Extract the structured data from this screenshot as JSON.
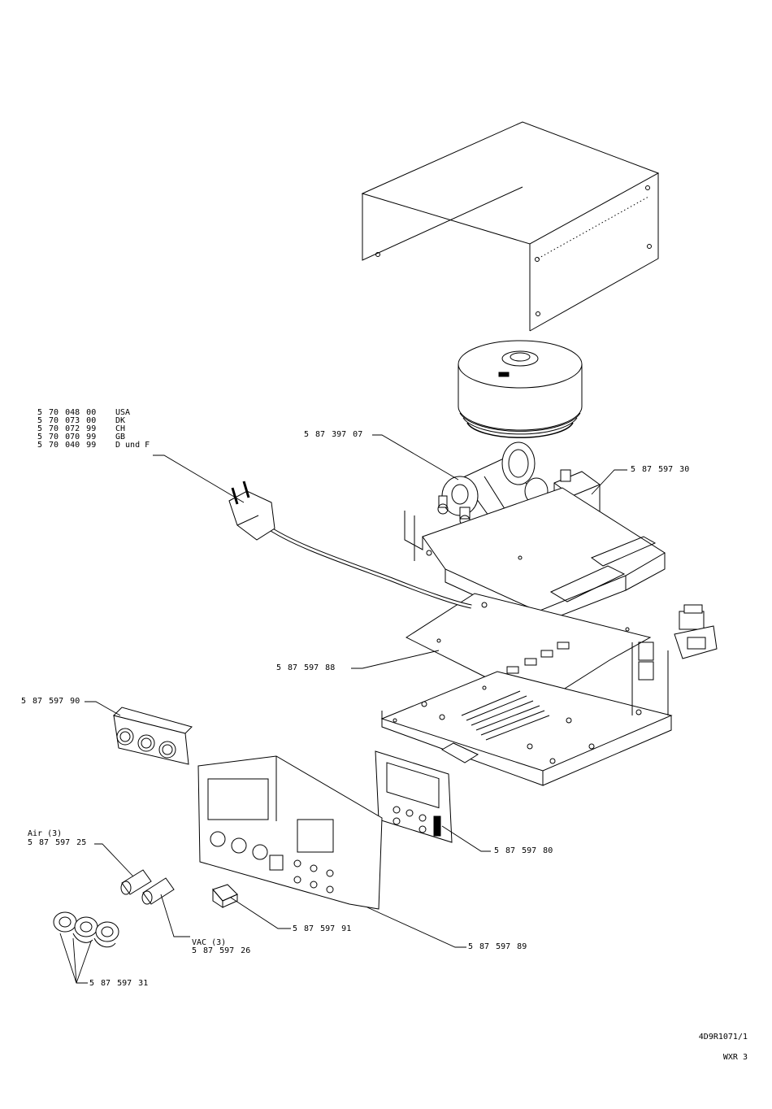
{
  "plug_variants": [
    {
      "part": "5 70 048 00",
      "country": "USA"
    },
    {
      "part": "5 70 073 00",
      "country": "DK"
    },
    {
      "part": "5 70 072 99",
      "country": "CH"
    },
    {
      "part": "5 70 070 99",
      "country": "GB"
    },
    {
      "part": "5 70 040 99",
      "country": "D und F"
    }
  ],
  "callouts": {
    "pump": "5 87 397 07",
    "valve": "5 87 597 30",
    "pcb": "5 87 597 88",
    "socket_panel": "5 87 597 90",
    "air_label": "Air (3)",
    "air_part": "5 87 597 25",
    "display_board": "5 87 597 80",
    "switch": "5 87 597 91",
    "front_panel": "5 87 597 89",
    "vac_label": "VAC (3)",
    "vac_part": "5 87 597 26",
    "connectors": "5 87 597 31"
  },
  "footer": {
    "drawing_id": "4D9R1071/1",
    "model": "WXR 3"
  }
}
